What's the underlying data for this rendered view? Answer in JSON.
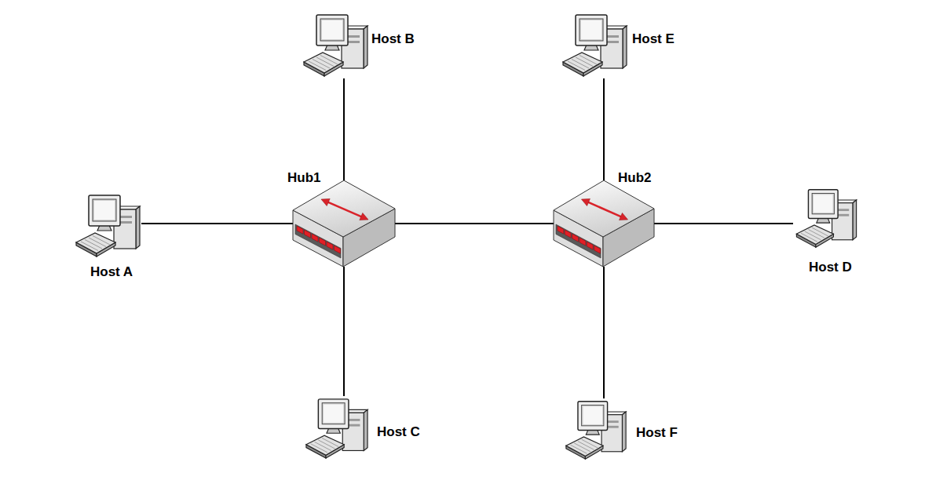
{
  "diagram": {
    "nodes": [
      {
        "text": [
          "Host B"
        ]
      },
      {
        "text": [
          "Host E"
        ]
      },
      {
        "text": [
          "Hub1"
        ]
      },
      {
        "text": [
          "Hub2"
        ]
      },
      {
        "text": [
          "Host A"
        ]
      },
      {
        "text": [
          "Host D"
        ]
      },
      {
        "text": [
          "Host C"
        ]
      },
      {
        "text": [
          "Host F"
        ]
      }
    ],
    "edges": [
      {
        "from": 2,
        "to": 0,
        "arrow": "none"
      },
      {
        "from": 2,
        "to": 4,
        "arrow": "none"
      },
      {
        "from": 2,
        "to": 6,
        "arrow": "none"
      },
      {
        "from": 2,
        "to": 3,
        "arrow": "none"
      },
      {
        "from": 3,
        "to": 1,
        "arrow": "none"
      },
      {
        "from": 3,
        "to": 5,
        "arrow": "none"
      },
      {
        "from": 3,
        "to": 7,
        "arrow": "none"
      }
    ]
  }
}
